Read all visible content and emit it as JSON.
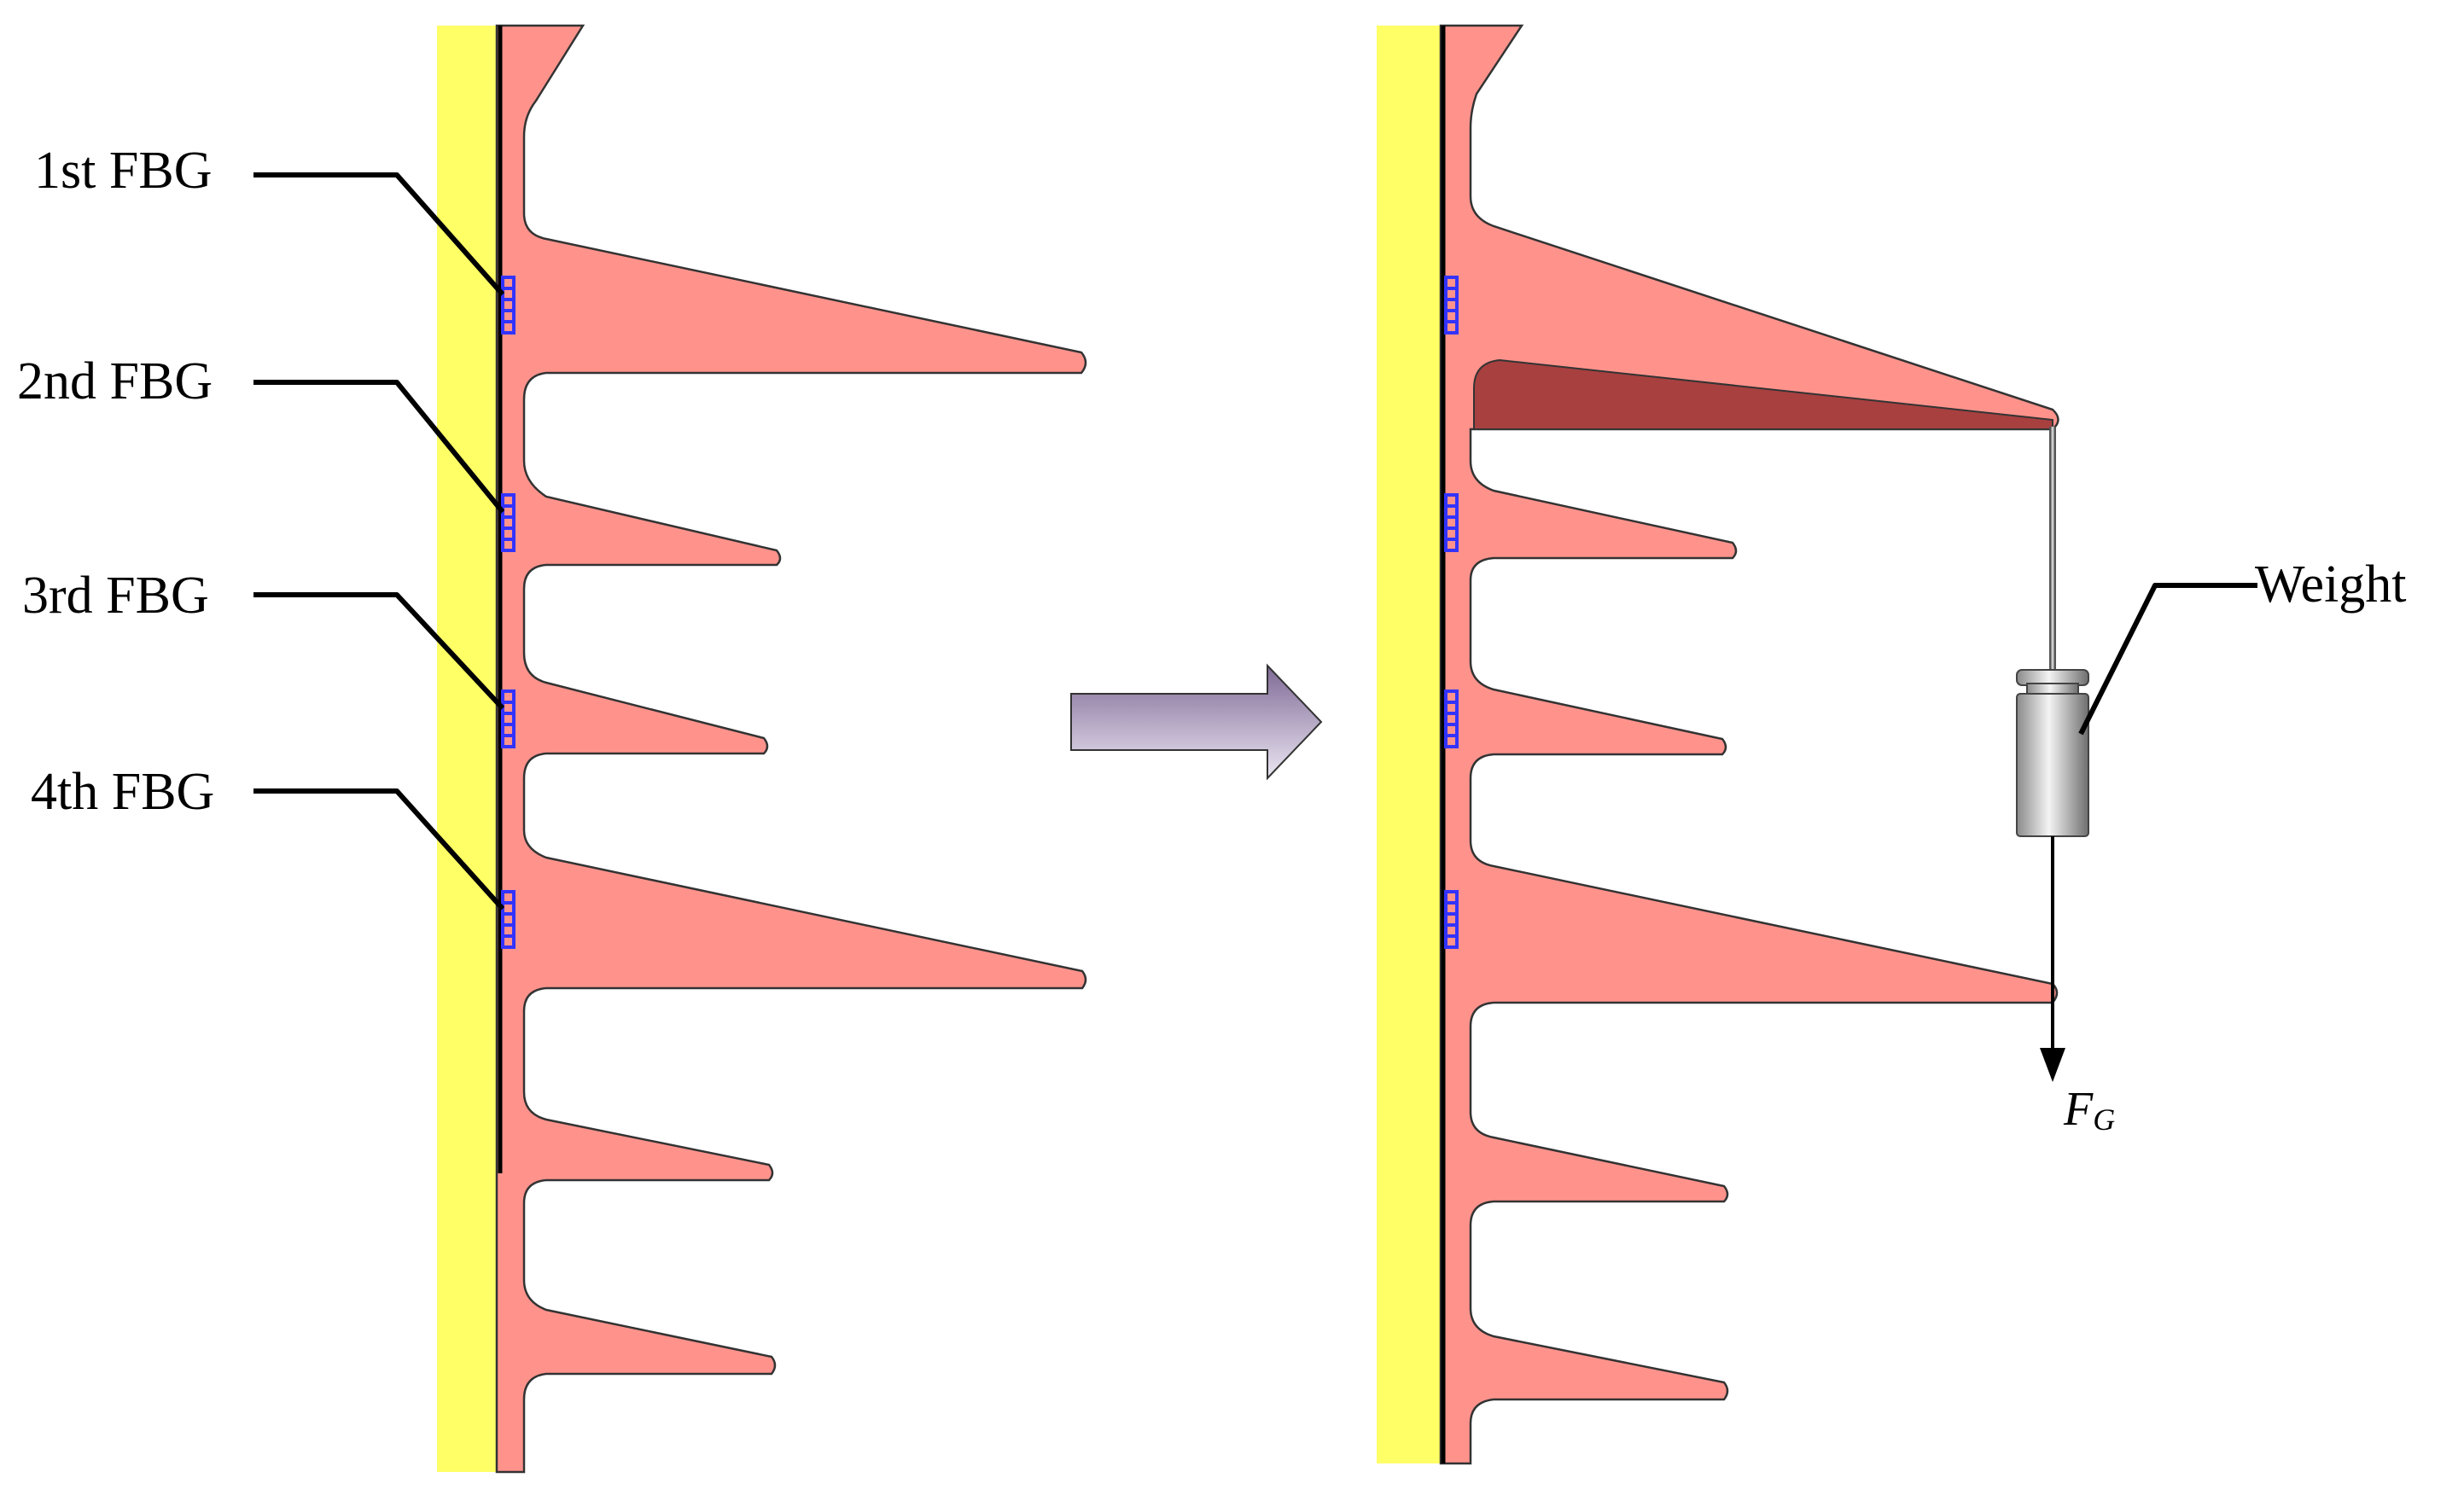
{
  "labels": {
    "fbg": [
      "1st FBG",
      "2nd FBG",
      "3rd FBG",
      "4th FBG"
    ],
    "weight": "Weight",
    "force_symbol": "F",
    "force_subscript": "G"
  },
  "colors": {
    "rod": "#ffff66",
    "shed": "#ff938c",
    "shed_outline": "#333333",
    "deflected_region": "#a84040",
    "fbg_sensor": "#3333ff",
    "arrow_top": "#7f6a96",
    "arrow_bottom": "#e6dfee",
    "weight_body": "#c8c8c8"
  },
  "panels": [
    "before-loading",
    "after-loading"
  ]
}
